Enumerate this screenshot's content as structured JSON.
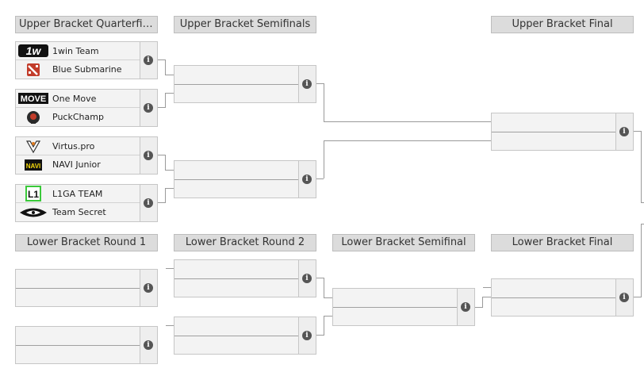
{
  "headers": {
    "ub_qf": "Upper Bracket Quarterfin...",
    "ub_sf": "Upper Bracket Semifinals",
    "ub_final": "Upper Bracket Final",
    "lb_r1": "Lower Bracket Round 1",
    "lb_r2": "Lower Bracket Round 2",
    "lb_sf": "Lower Bracket Semifinal",
    "lb_final": "Lower Bracket Final"
  },
  "teams": {
    "t1": "1win Team",
    "t2": "Blue Submarine",
    "t3": "One Move",
    "t4": "PuckChamp",
    "t5": "Virtus.pro",
    "t6": "NAVI Junior",
    "t7": "L1GA TEAM",
    "t8": "Team Secret"
  },
  "logos": {
    "t1": "1w",
    "t3": "MOVE",
    "t6": "NAVI",
    "t7": "L1"
  },
  "info_glyph": "i",
  "colors": {
    "header_bg": "#dcdcdc",
    "match_bg": "#f3f3f3",
    "connector": "#9a9a9a",
    "liga_green": "#3ac93a",
    "dota_red": "#c23c2a"
  }
}
